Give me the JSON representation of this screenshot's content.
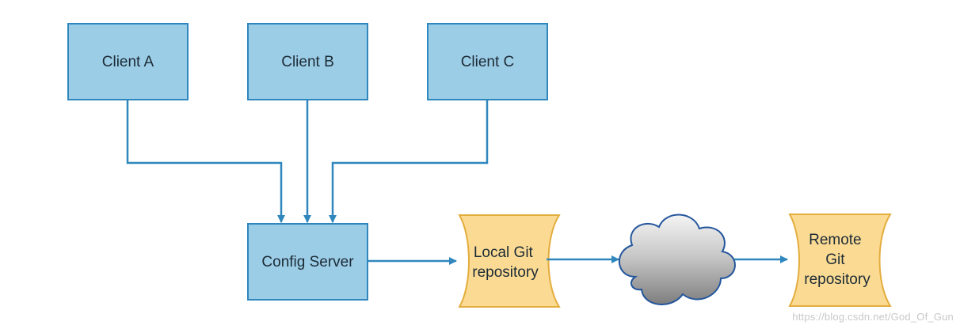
{
  "nodes": {
    "client_a": "Client A",
    "client_b": "Client B",
    "client_c": "Client C",
    "config_server": "Config Server",
    "local_repo": [
      "Local Git",
      "repository"
    ],
    "remote_repo": [
      "Remote",
      "Git",
      "repository"
    ]
  },
  "watermark": "https://blog.csdn.net/God_Of_Gun",
  "colors": {
    "box_fill": "#9ccde6",
    "box_stroke": "#2f87bd",
    "repo_fill": "#fbdb93",
    "repo_stroke": "#e3ad3e",
    "arrow": "#2f87bd",
    "cloud_stroke": "#24569c"
  },
  "icons": [
    "cloud-icon"
  ]
}
